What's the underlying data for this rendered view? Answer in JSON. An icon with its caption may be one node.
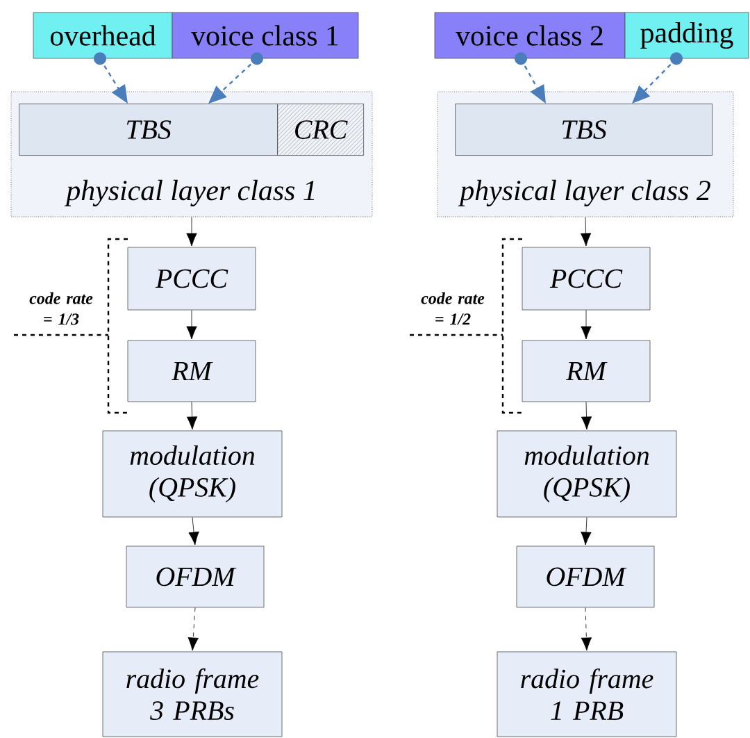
{
  "diagram": {
    "nodes": [
      {
        "text": [
          "overhead"
        ]
      },
      {
        "text": [
          "voice class 1"
        ]
      },
      {
        "text": [
          "physical layer class 1"
        ]
      },
      {
        "text": [
          "TBS"
        ],
        "in": 2
      },
      {
        "text": [
          "CRC"
        ],
        "in": 2
      },
      {
        "text": [
          "PCCC"
        ]
      },
      {
        "text": [
          "RM"
        ]
      },
      {
        "text": [
          "modulation (QPSK)"
        ]
      },
      {
        "text": [
          "OFDM"
        ]
      },
      {
        "text": [
          "radio frame 3 PRBs"
        ]
      },
      {
        "text": [
          "voice class 2"
        ]
      },
      {
        "text": [
          "padding"
        ]
      },
      {
        "text": [
          "physical layer class 2"
        ]
      },
      {
        "text": [
          "TBS"
        ],
        "in": 12
      },
      {
        "text": [
          "PCCC"
        ]
      },
      {
        "text": [
          "RM"
        ]
      },
      {
        "text": [
          "modulation (QPSK)"
        ]
      },
      {
        "text": [
          "OFDM"
        ]
      },
      {
        "text": [
          "radio frame 1 PRB"
        ]
      }
    ],
    "edges": [
      {
        "from": 0,
        "to": 3,
        "arrow": "to",
        "style": "dashed",
        "color": "#4a7ebb"
      },
      {
        "from": 1,
        "to": 3,
        "arrow": "to",
        "style": "dashed",
        "color": "#4a7ebb"
      },
      {
        "from": 2,
        "to": 5,
        "arrow": "to"
      },
      {
        "from": 5,
        "to": 6,
        "arrow": "to"
      },
      {
        "from": 6,
        "to": 7,
        "arrow": "to"
      },
      {
        "from": 7,
        "to": 8,
        "arrow": "to"
      },
      {
        "from": 8,
        "to": 9,
        "arrow": "to",
        "style": "dashed"
      },
      {
        "from": 10,
        "to": 13,
        "arrow": "to",
        "style": "dashed",
        "color": "#4a7ebb"
      },
      {
        "from": 11,
        "to": 13,
        "arrow": "to",
        "style": "dashed",
        "color": "#4a7ebb"
      },
      {
        "from": 12,
        "to": 14,
        "arrow": "to"
      },
      {
        "from": 14,
        "to": 15,
        "arrow": "to"
      },
      {
        "from": 15,
        "to": 16,
        "arrow": "to"
      },
      {
        "from": 16,
        "to": 17,
        "arrow": "to"
      },
      {
        "from": 17,
        "to": 18,
        "arrow": "to",
        "style": "dashed"
      }
    ],
    "labels": [
      "code rate = 1/3",
      "code rate = 1/2"
    ]
  }
}
